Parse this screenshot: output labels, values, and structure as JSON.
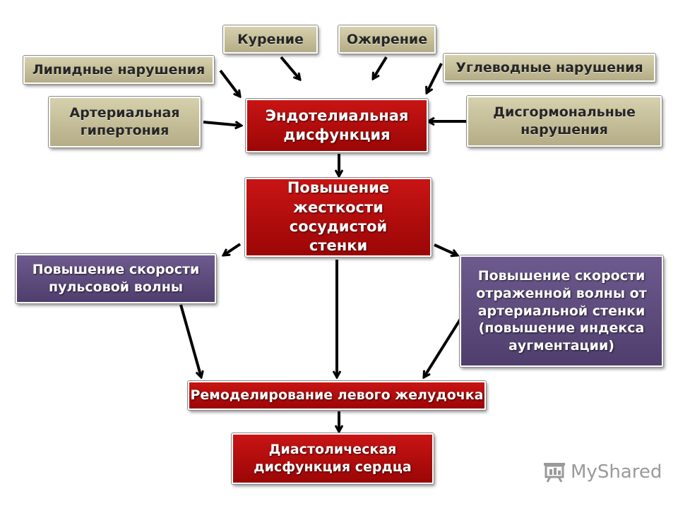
{
  "nodes": {
    "smoking": "Курение",
    "obesity": "Ожирение",
    "lipid": "Липидные нарушения",
    "carbohydrate": "Углеводные нарушения",
    "hypertension": "Артериальная гипертония",
    "endothelial": "Эндотелиальная дисфункция",
    "dyshormonal": "Дисгормональные нарушения",
    "stiffness": "Повышение жесткости сосудистой стенки",
    "pulse_wave": "Повышение скорости пульсовой волны",
    "reflected_wave": "Повышение скорости отраженной волны от артериальной стенки (повышение индекса аугментации)",
    "remodeling": "Ремоделирование левого желудочка",
    "diastolic": "Диастолическая дисфункция сердца"
  },
  "logo": {
    "text": "MyShared"
  },
  "colors": {
    "factor": "#c5bf9a",
    "main": "#b30d0d",
    "effect": "#5e4b7e",
    "arrow": "#000000"
  }
}
